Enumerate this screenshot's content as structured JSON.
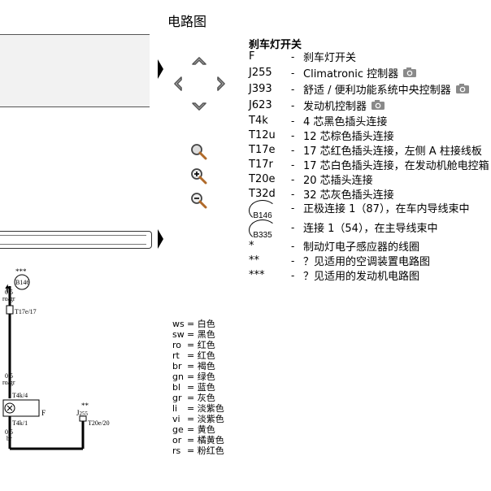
{
  "page": {
    "title": "电路图"
  },
  "legend": {
    "title": "刹车灯开关",
    "items": [
      {
        "code": "F",
        "desc": "刹车灯开关",
        "camera": false
      },
      {
        "code": "J255",
        "desc": "Climatronic 控制器",
        "camera": true
      },
      {
        "code": "J393",
        "desc": "舒适 / 便利功能系统中央控制器",
        "camera": true
      },
      {
        "code": "J623",
        "desc": "发动机控制器",
        "camera": true
      },
      {
        "code": "T4k",
        "desc": "4 芯黑色插头连接",
        "camera": false
      },
      {
        "code": "T12u",
        "desc": "12 芯棕色插头连接",
        "camera": false
      },
      {
        "code": "T17e",
        "desc": "17 芯红色插头连接，左侧 A 柱接线板",
        "camera": false
      },
      {
        "code": "T17r",
        "desc": "17 芯白色插头连接，在发动机舱电控箱",
        "camera": false
      },
      {
        "code": "T20e",
        "desc": "20 芯插头连接",
        "camera": false
      },
      {
        "code": "T32d",
        "desc": "32 芯灰色插头连接",
        "camera": false
      }
    ],
    "circle_items": [
      {
        "code": "B146",
        "desc": "正极连接 1（87），在车内导线束中"
      },
      {
        "code": "B335",
        "desc": "连接 1（54），在主导线束中"
      }
    ],
    "notes": [
      {
        "mark": "*",
        "desc": "制动灯电子感应器的线圈"
      },
      {
        "mark": "**",
        "desc": "？见适用的空调装置电路图"
      },
      {
        "mark": "***",
        "desc": "？见适用的发动机电路图"
      }
    ]
  },
  "color_codes": [
    {
      "code": "ws",
      "name": "白色"
    },
    {
      "code": "sw",
      "name": "黑色"
    },
    {
      "code": "ro",
      "name": "红色"
    },
    {
      "code": "rt",
      "name": "红色"
    },
    {
      "code": "br",
      "name": "褐色"
    },
    {
      "code": "gn",
      "name": "绿色"
    },
    {
      "code": "bl",
      "name": "蓝色"
    },
    {
      "code": "gr",
      "name": "灰色"
    },
    {
      "code": "li",
      "name": "淡紫色"
    },
    {
      "code": "vi",
      "name": "淡紫色"
    },
    {
      "code": "ge",
      "name": "黄色"
    },
    {
      "code": "or",
      "name": "橘黄色"
    },
    {
      "code": "rs",
      "name": "粉红色"
    }
  ],
  "schematic": {
    "stars_top": "***",
    "b146": "B146",
    "wire1_size": "0,5",
    "wire1_color": "ro/gr",
    "t17e": "T17e/17",
    "wire2_size": "0,5",
    "wire2_color": "ro/gr",
    "t4k4": "T4k/4",
    "switch_label": "F",
    "stars_j255": "**",
    "j255": "J",
    "j255_sub": "255",
    "t4k1": "T4k/1",
    "t20e": "T20e/20",
    "wire3_size": "0,5",
    "wire3_color": "br"
  },
  "colors": {
    "camera": "#8a8a8a",
    "panel": "#f2f2f2",
    "nav_icon": "#555555"
  },
  "icons": {
    "nav_up": "chevron-up-icon",
    "nav_left": "chevron-left-icon",
    "nav_right": "chevron-right-icon",
    "nav_down": "chevron-down-icon",
    "zoom": "magnifier-icon",
    "zoom_in": "zoom-in-icon",
    "zoom_out": "zoom-out-icon",
    "camera": "camera-icon"
  }
}
